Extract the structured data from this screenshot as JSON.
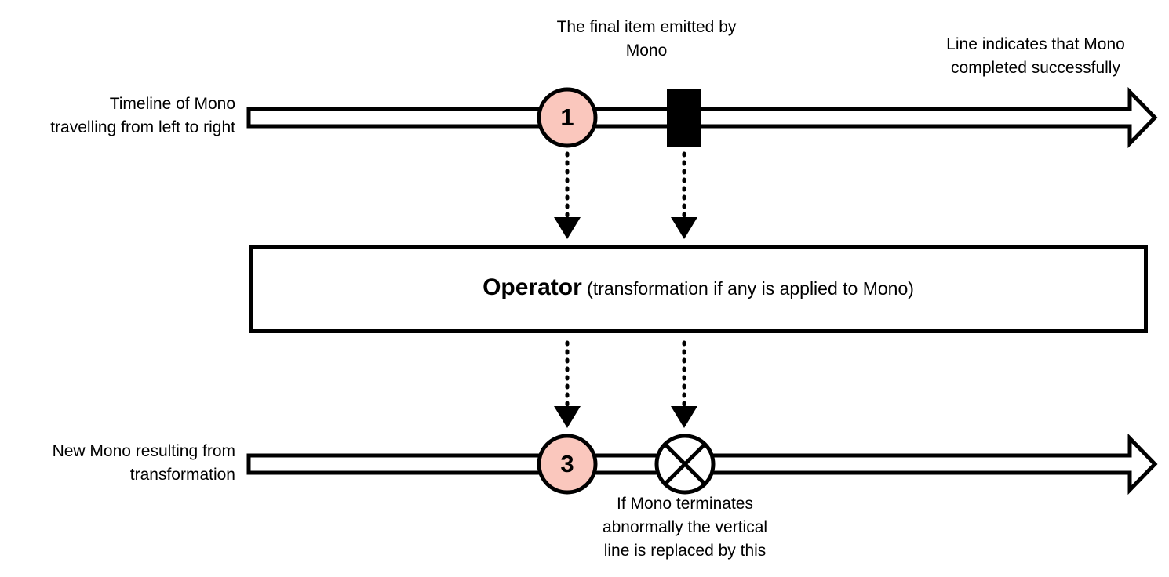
{
  "diagram": {
    "title_semantics": "Mono marble diagram",
    "colors": {
      "item_fill": "#fac7bd",
      "stroke": "#000000",
      "background": "#ffffff",
      "terminator_fill": "#000000"
    },
    "labels": {
      "timeline_top": "Timeline of Mono\ntravelling from left to right",
      "timeline_bottom": "New Mono resulting from\ntransformation",
      "final_item": "The final item emitted by\nMono",
      "completion": "Line indicates that Mono\ncompleted successfully",
      "error_note": "If Mono terminates\nabnormally the vertical\nline is replaced by this"
    },
    "operator": {
      "name": "Operator",
      "note": "(transformation if any is applied to Mono)"
    },
    "top_timeline": {
      "items": [
        {
          "value": "1",
          "shape": "circle",
          "fill": "#fac7bd"
        }
      ],
      "terminator": {
        "type": "completion-bar",
        "shape": "filled-rectangle"
      }
    },
    "bottom_timeline": {
      "items": [
        {
          "value": "3",
          "shape": "circle",
          "fill": "#fac7bd"
        }
      ],
      "terminator": {
        "type": "error",
        "shape": "circle-with-x"
      }
    }
  }
}
